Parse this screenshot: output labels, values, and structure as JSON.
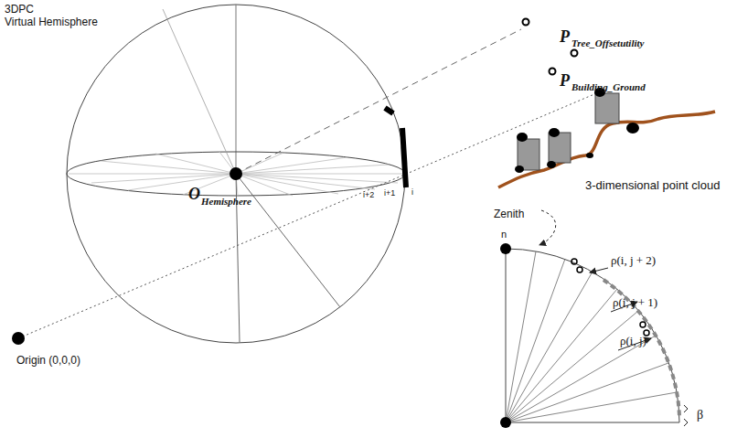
{
  "diagram": {
    "labels": [
      "3DPC",
      "Virtual Hemisphere",
      "P",
      "Tree_Offsetutility",
      "P",
      "Building_Ground",
      "3-dimensional point cloud",
      "O",
      "Hemisphere",
      "i",
      "i+1",
      "i+2",
      "Origin (0,0,0)",
      "Zenith",
      "n",
      "ρ(i, j + 2)",
      "ρ(i, j + 1)",
      "ρ(i, j)",
      "β"
    ]
  }
}
